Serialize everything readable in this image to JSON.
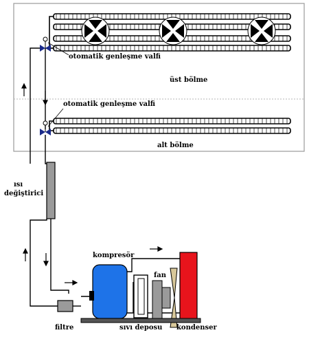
{
  "labels": {
    "valve_upper": "otomatik genleşme valfi",
    "valve_lower": "otomatik genleşme valfi",
    "upper_compartment": "üst bölme",
    "lower_compartment": "alt bölme",
    "heat_exchanger_line1": "ısı",
    "heat_exchanger_line2": "değiştirici",
    "compressor": "kompresör",
    "fan": "fan",
    "filter": "filtre",
    "liquid_tank": "sıvı deposu",
    "condenser": "kondenser"
  },
  "colors": {
    "compressor": "#1e73e8",
    "condenser": "#e8141c",
    "heat_exchanger": "#9a9a9a",
    "fan_blades": "#d8c89a",
    "valve_line": "#1a2a8a",
    "cabinet_border": "#9a9a9a",
    "divider": "#b4b4b4"
  },
  "icons": {
    "evaporator_fan": "fan-icon",
    "valve": "expansion-valve-icon",
    "flow": "arrow-icon"
  }
}
